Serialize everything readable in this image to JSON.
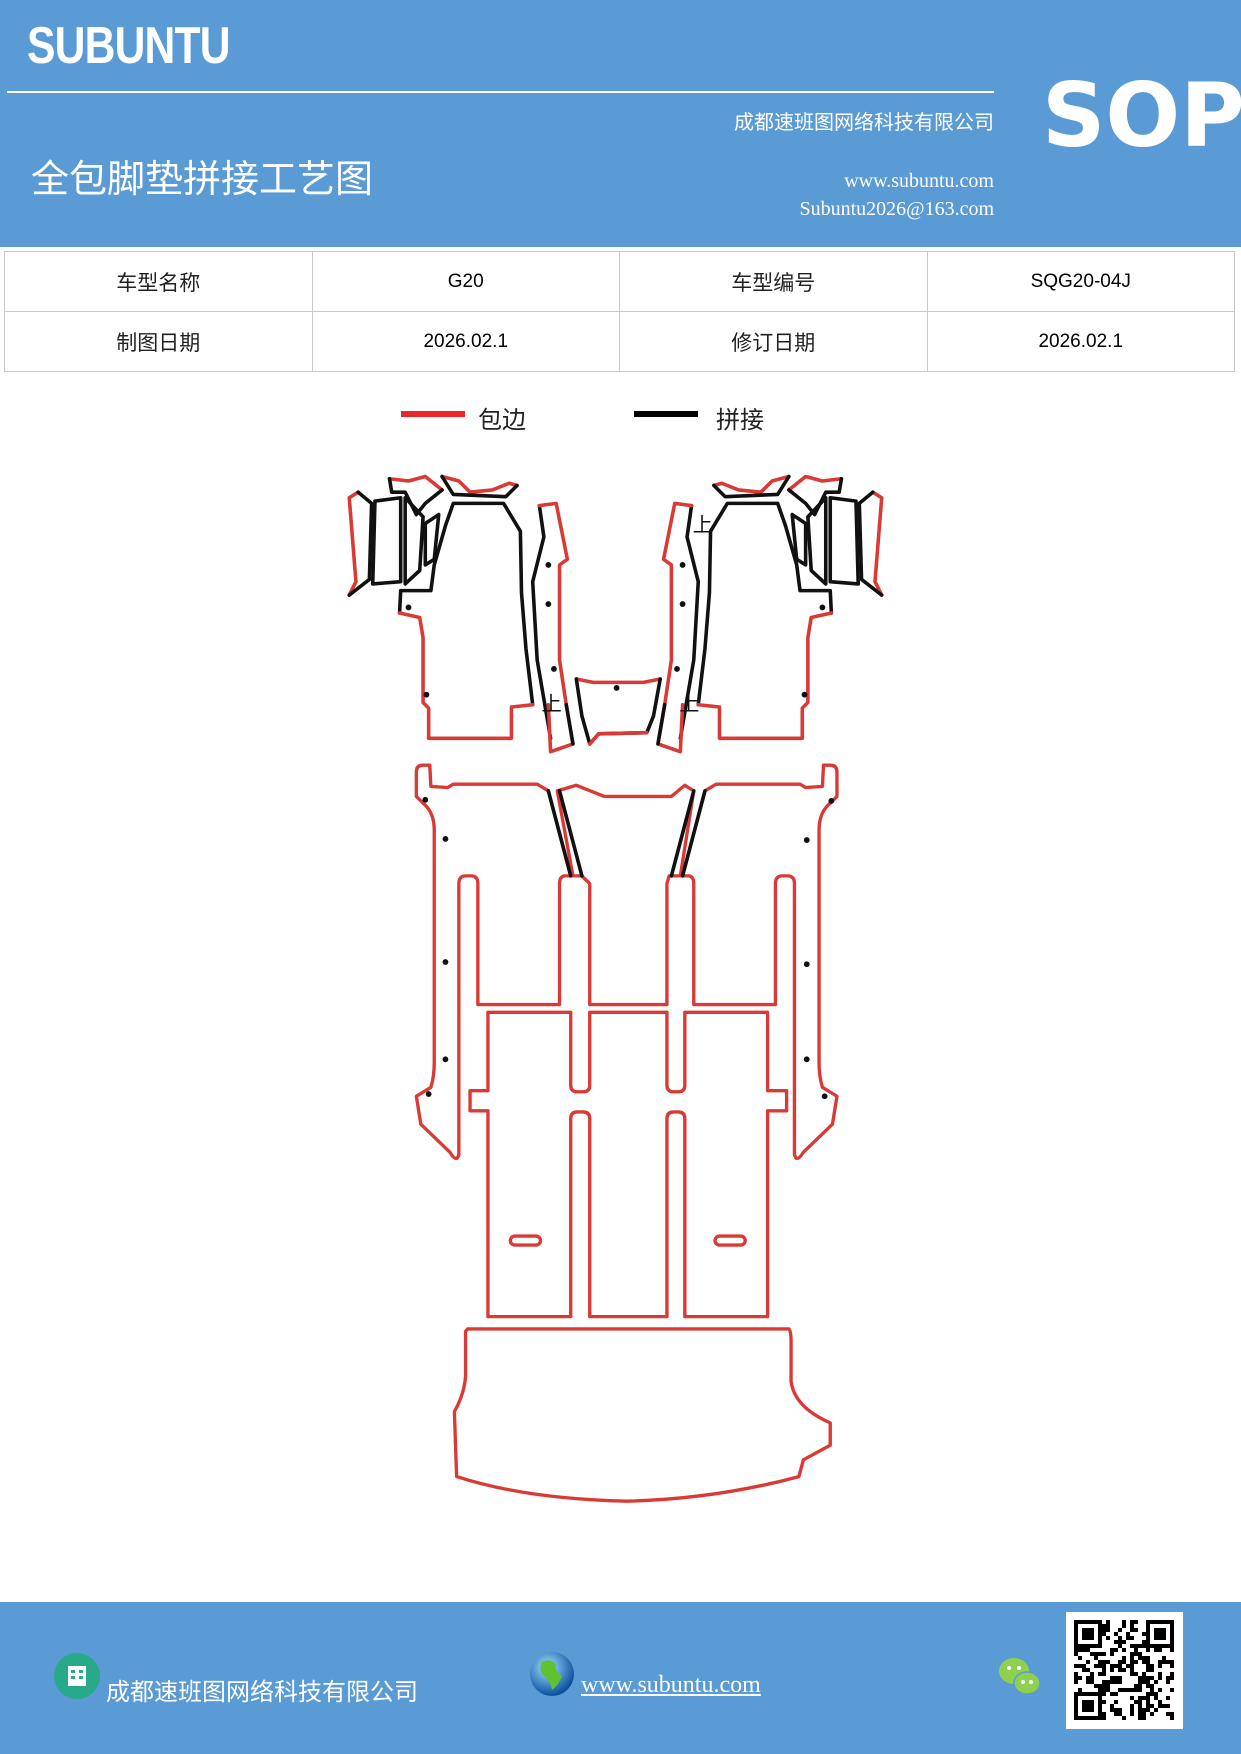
{
  "header": {
    "brand": "SUBUNTU",
    "badge": "SOP",
    "title": "全包脚垫拼接工艺图",
    "company": "成都速班图网络科技有限公司",
    "website": "www.subuntu.com",
    "email": "Subuntu2026@163.com"
  },
  "info_table": {
    "rows": [
      {
        "label1": "车型名称",
        "value1": "G20",
        "label2": "车型编号",
        "value2": "SQG20-04J"
      },
      {
        "label1": "制图日期",
        "value1": "2026.02.1",
        "label2": "修订日期",
        "value2": "2026.02.1"
      }
    ]
  },
  "legend": {
    "items": [
      {
        "label": "包边",
        "color": "#e8262b"
      },
      {
        "label": "拼接",
        "color": "#000000"
      }
    ]
  },
  "drawing": {
    "up_label": "上",
    "edge_color": "#d93a35",
    "seam_color": "#111111"
  },
  "footer": {
    "company": "成都速班图网络科技有限公司",
    "website": "www.subuntu.com",
    "icons": [
      "building-icon",
      "globe-icon",
      "wechat-icon",
      "qr-code"
    ]
  },
  "colors": {
    "brand_blue": "#5b9bd5"
  }
}
